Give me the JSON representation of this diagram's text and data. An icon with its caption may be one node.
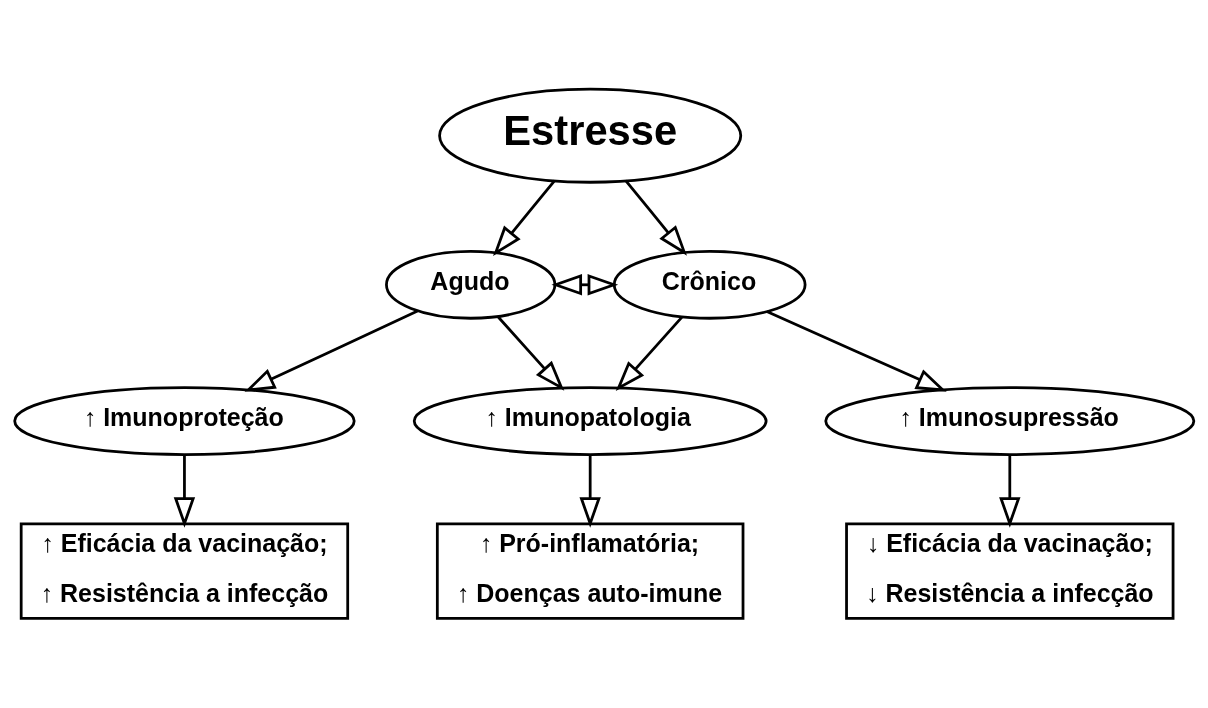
{
  "diagram": {
    "nodes": [
      {
        "text": [
          "Estresse"
        ]
      },
      {
        "text": [
          "Agudo"
        ]
      },
      {
        "text": [
          "Crônico"
        ]
      },
      {
        "text": [
          "↑ Imunoproteção"
        ]
      },
      {
        "text": [
          "↑ Imunopatologia"
        ]
      },
      {
        "text": [
          "↑ Imunosupressão"
        ]
      },
      {
        "text": [
          "↑ Eficácia da vacinação;",
          "↑ Resistência a infecção"
        ]
      },
      {
        "text": [
          "↑ Pró-inflamatória;",
          "↑ Doenças auto-imune"
        ]
      },
      {
        "text": [
          "↓ Eficácia da vacinação;",
          "↓ Resistência a infecção"
        ]
      }
    ],
    "edges": [
      {
        "from": 0,
        "to": 1,
        "arrow": "to"
      },
      {
        "from": 0,
        "to": 2,
        "arrow": "to"
      },
      {
        "from": 1,
        "to": 2,
        "arrow": "both"
      },
      {
        "from": 1,
        "to": 4,
        "arrow": "to"
      },
      {
        "from": 2,
        "to": 4,
        "arrow": "to"
      },
      {
        "from": 1,
        "to": 3,
        "arrow": "to"
      },
      {
        "from": 2,
        "to": 5,
        "arrow": "to"
      },
      {
        "from": 3,
        "to": 6,
        "arrow": "to"
      },
      {
        "from": 4,
        "to": 7,
        "arrow": "to"
      },
      {
        "from": 5,
        "to": 8,
        "arrow": "to"
      }
    ]
  }
}
